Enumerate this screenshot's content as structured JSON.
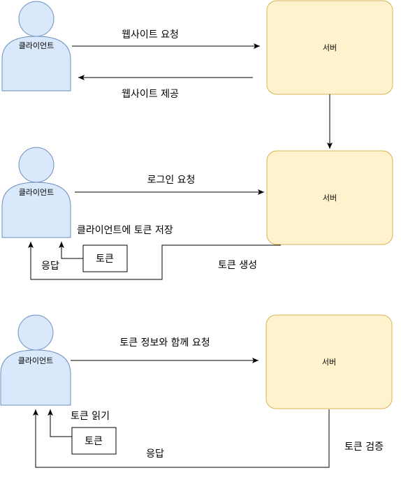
{
  "diagram": {
    "actor_label": "클라이언트",
    "server_label": "서버",
    "token_label": "토큰",
    "section1": {
      "request": "웹사이트 요청",
      "provide": "웹사이트 제공"
    },
    "section2": {
      "request": "로그인 요청",
      "store": "클라이언트에 토큰 저장",
      "response": "응답",
      "create": "토큰 생성"
    },
    "section3": {
      "request": "토큰 정보와 함께 요청",
      "read": "토큰 읽기",
      "response": "응답",
      "verify": "토큰 검증"
    },
    "colors": {
      "actor_fill": "#dae8fc",
      "actor_stroke": "#6c8ebf",
      "server_fill": "#fff2cc",
      "server_stroke": "#d6b656"
    }
  }
}
